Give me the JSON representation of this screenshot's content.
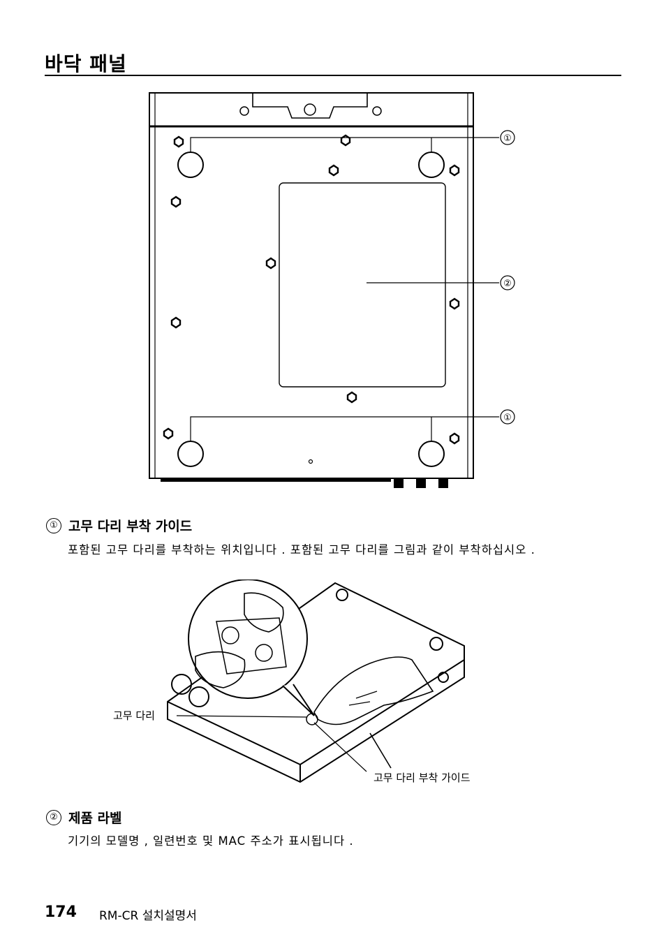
{
  "page": {
    "title": "바닥 패널",
    "page_number": "174",
    "doc_name": "RM-CR 설치설명서"
  },
  "figure1": {
    "callouts": [
      "①",
      "②",
      "①"
    ]
  },
  "items": [
    {
      "number": "①",
      "heading": "고무 다리 부착 가이드",
      "text": "포함된 고무 다리를 부착하는 위치입니다 . 포함된 고무 다리를 그림과 같이 부착하십시오 ."
    },
    {
      "number": "②",
      "heading": "제품 라벨",
      "text": "기기의 모델명 , 일련번호 및 MAC 주소가 표시됩니다 ."
    }
  ],
  "figure2": {
    "label_rubber_foot": "고무 다리",
    "label_guide": "고무 다리 부착 가이드"
  }
}
